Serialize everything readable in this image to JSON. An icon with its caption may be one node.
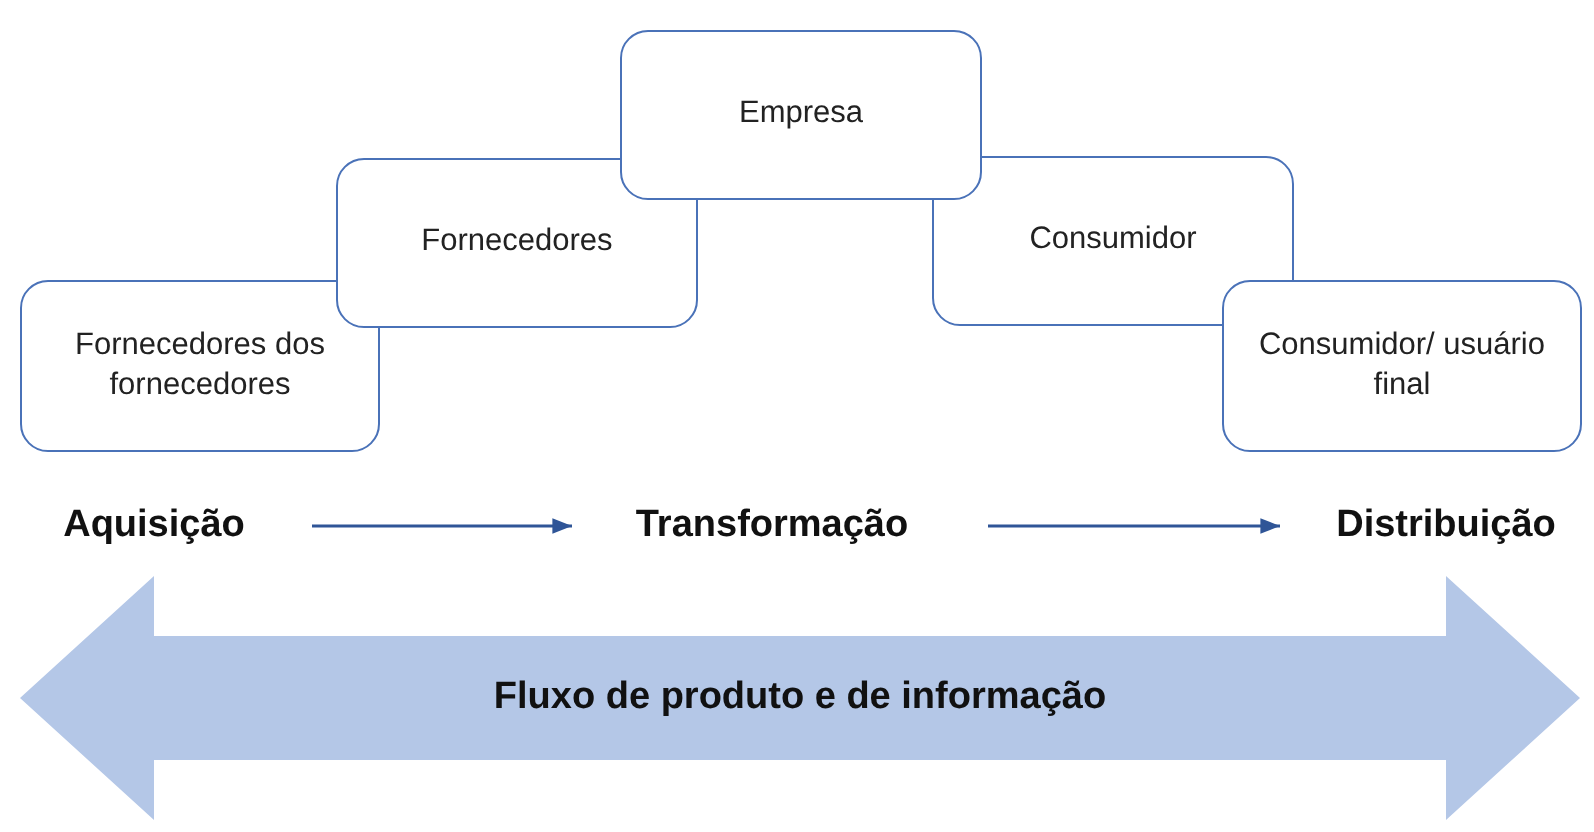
{
  "diagram": {
    "nodes": [
      {
        "text": [
          "Fornecedores dos fornecedores"
        ]
      },
      {
        "text": [
          "Fornecedores"
        ]
      },
      {
        "text": [
          "Empresa"
        ]
      },
      {
        "text": [
          "Consumidor"
        ]
      },
      {
        "text": [
          "Consumidor/ usuário final"
        ]
      },
      {
        "text": [
          "Aquisição"
        ]
      },
      {
        "text": [
          "Transformação"
        ]
      },
      {
        "text": [
          "Distribuição"
        ]
      },
      {
        "text": [
          "Fluxo de produto e de informação"
        ]
      }
    ],
    "edges": [
      {
        "from": 5,
        "to": 6,
        "arrow": "to"
      },
      {
        "from": 6,
        "to": 7,
        "arrow": "to"
      }
    ]
  }
}
